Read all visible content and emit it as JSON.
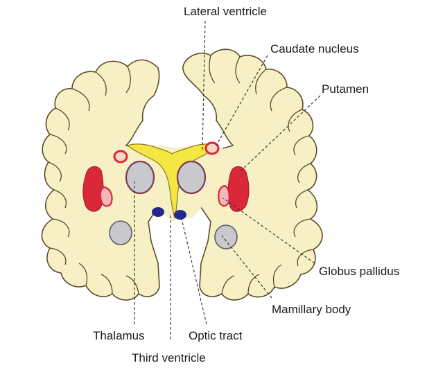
{
  "diagram": {
    "labels": {
      "lateral_ventricle": "Lateral ventricle",
      "caudate_nucleus": "Caudate nucleus",
      "putamen": "Putamen",
      "globus_pallidus": "Globus pallidus",
      "mamillary_body": "Mamillary body",
      "thalamus": "Thalamus",
      "optic_tract": "Optic tract",
      "third_ventricle": "Third ventricle"
    },
    "colors": {
      "brain_fill": "#f7f0c4",
      "brain_outline": "#5a4a2a",
      "ventricle": "#f5e642",
      "red_nuclei": "#d8283a",
      "gray_nuclei": "#c9c8cc",
      "blue_tracts": "#26278c"
    }
  }
}
